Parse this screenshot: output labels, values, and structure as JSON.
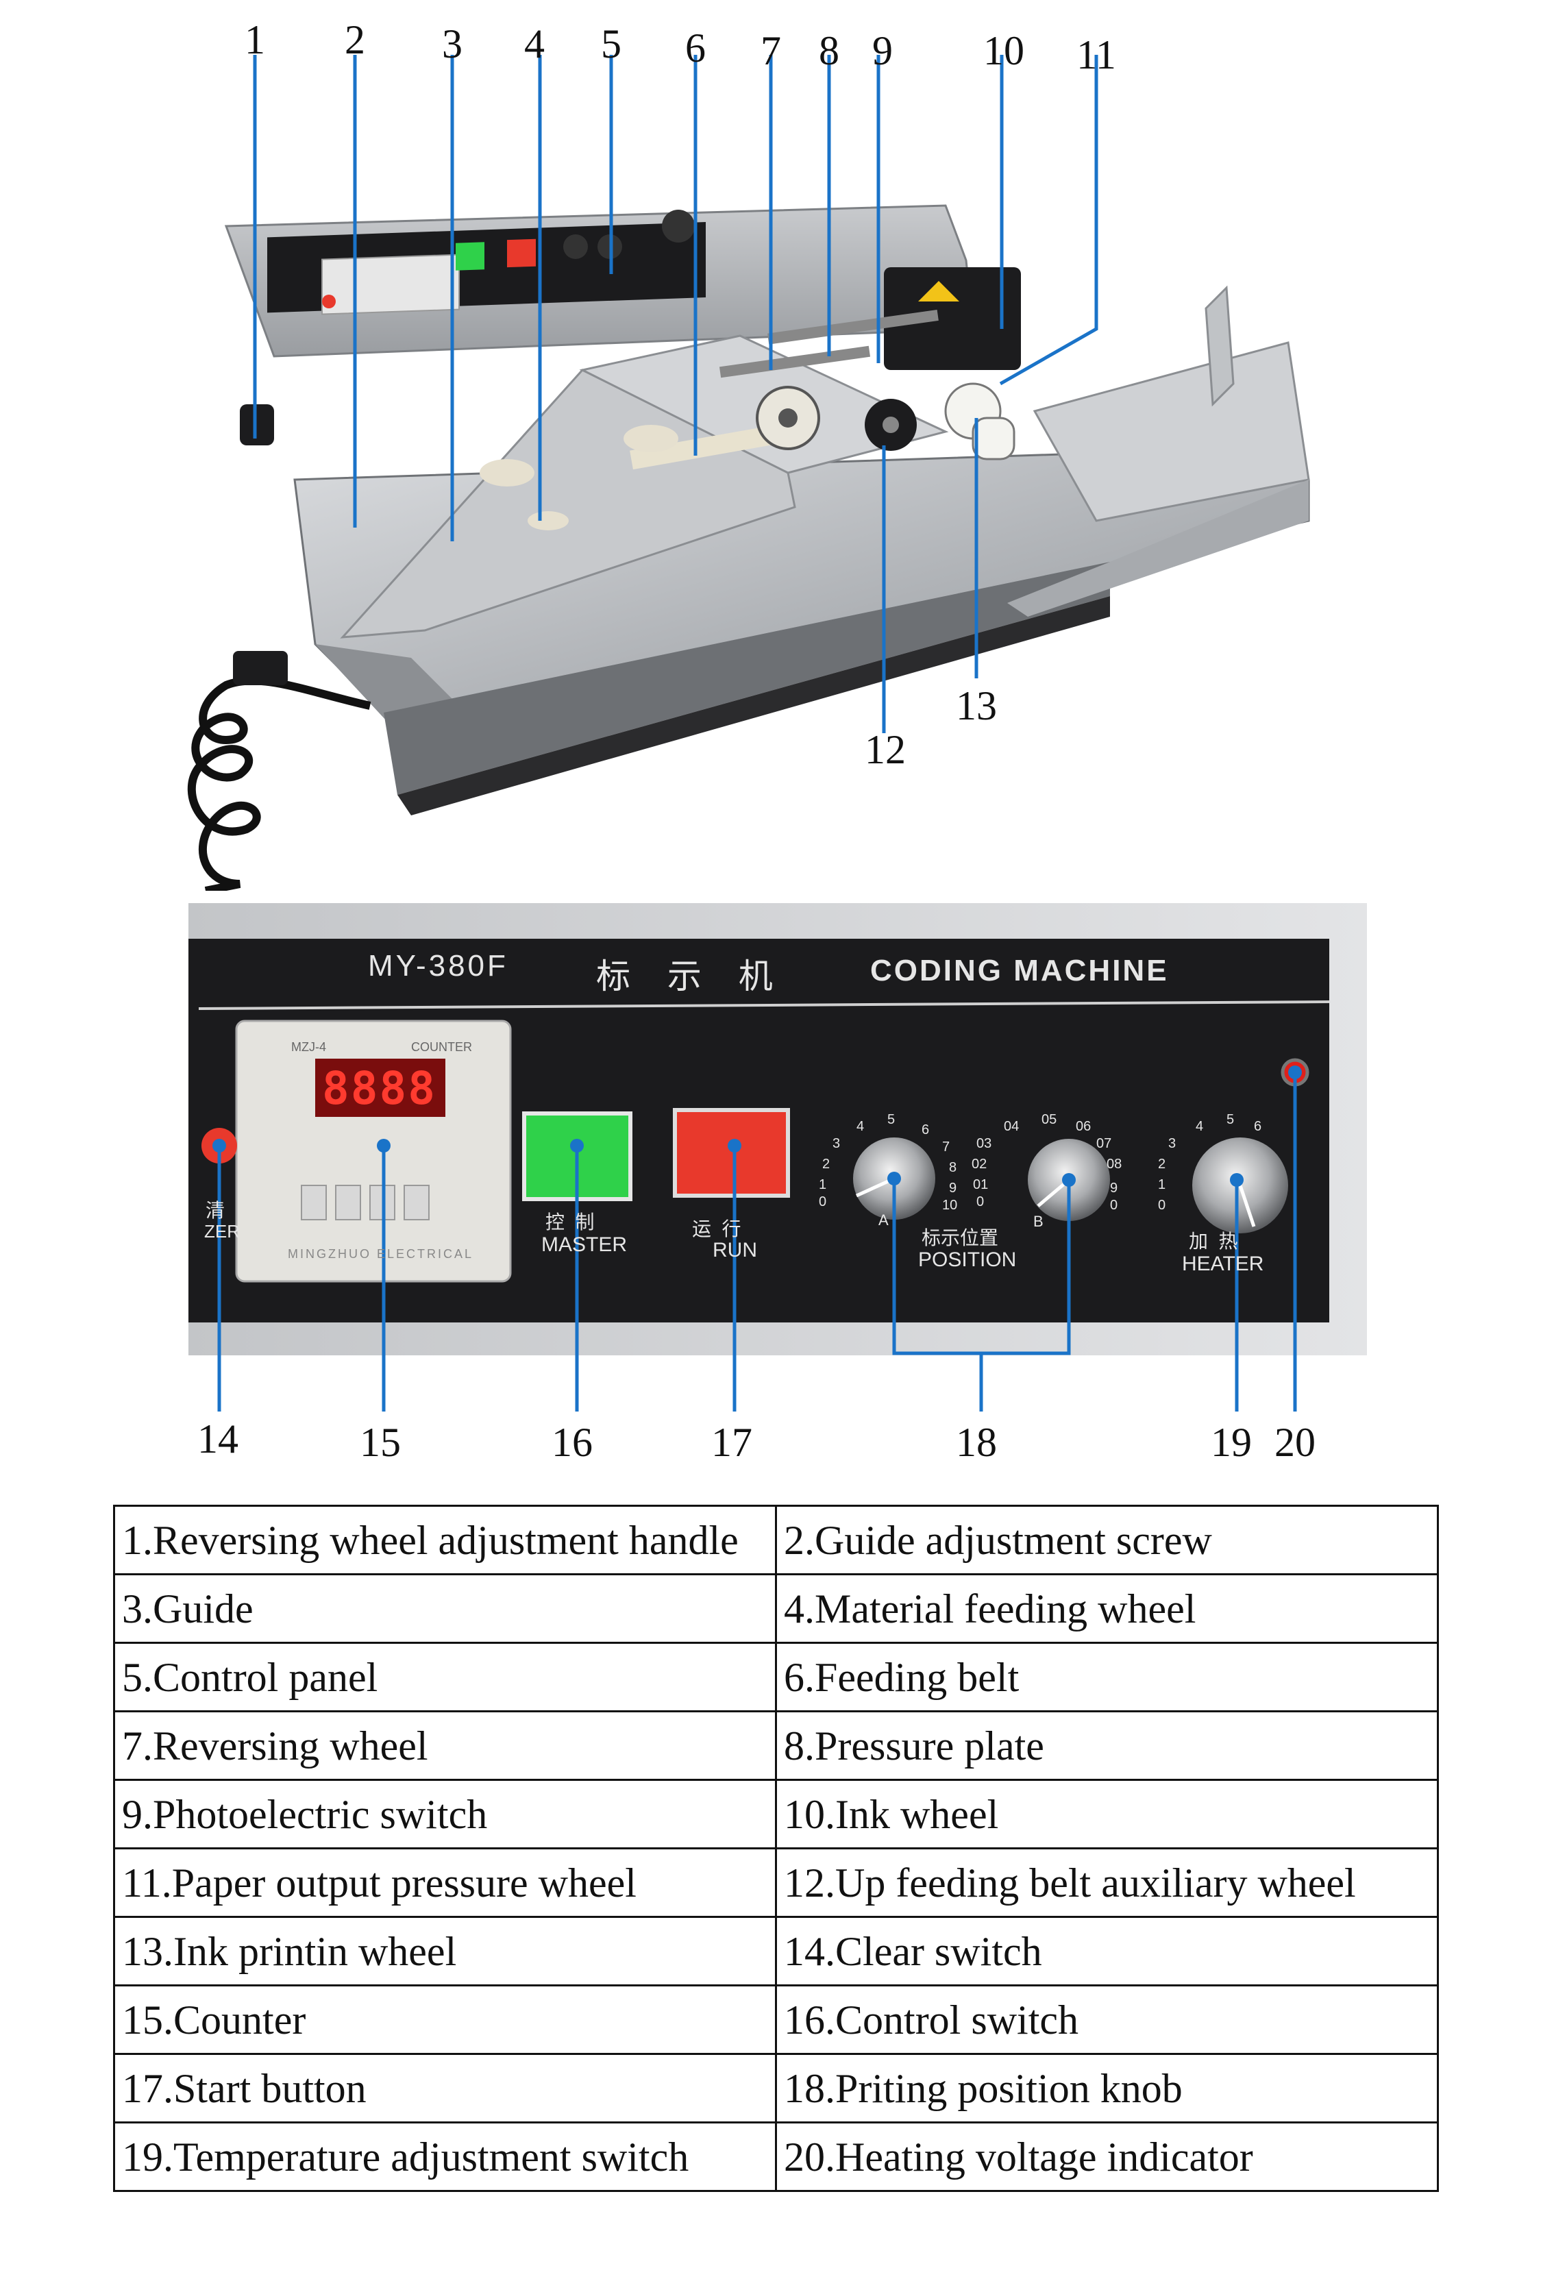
{
  "callouts_top": [
    "1",
    "2",
    "3",
    "4",
    "5",
    "6",
    "7",
    "8",
    "9",
    "10",
    "11",
    "12",
    "13"
  ],
  "callouts_bottom": [
    "14",
    "15",
    "16",
    "17",
    "18",
    "19",
    "20"
  ],
  "panel": {
    "model": "MY-380F",
    "title_cn": "标 示 机",
    "title_en": "CODING MACHINE",
    "counter_brand": "MZJ-4",
    "counter_label": "COUNTER",
    "counter_value": "8888",
    "counter_maker": "MINGZHUO ELECTRICAL",
    "zero_cn": "清",
    "zero_en": "ZER",
    "master_cn": "控  制",
    "master_en": "MASTER",
    "run_cn": "运  行",
    "run_en": "RUN",
    "position_cn": "标示位置",
    "position_en": "POSITION",
    "heater_cn": "加  热",
    "heater_en": "HEATER",
    "knob_a": "A",
    "knob_b": "B"
  },
  "legend": [
    [
      "1.Reversing wheel adjustment handle",
      "2.Guide adjustment screw"
    ],
    [
      "3.Guide",
      "4.Material feeding wheel"
    ],
    [
      "5.Control panel",
      "6.Feeding belt"
    ],
    [
      "7.Reversing wheel",
      "8.Pressure plate"
    ],
    [
      "9.Photoelectric switch",
      "10.Ink wheel"
    ],
    [
      "11.Paper output pressure wheel",
      "12.Up feeding belt auxiliary wheel"
    ],
    [
      "13.Ink printin wheel",
      "14.Clear switch"
    ],
    [
      "15.Counter",
      "16.Control switch"
    ],
    [
      "17.Start button",
      "18.Priting position knob"
    ],
    [
      "19.Temperature adjustment switch",
      "20.Heating voltage indicator"
    ]
  ],
  "colors": {
    "leader": "#1a73c8",
    "steel": "#b9bcc0",
    "panel_black": "#1b1b1d",
    "green_button": "#2fd14a",
    "red_button": "#e8392c",
    "led_red": "#e0201a"
  }
}
